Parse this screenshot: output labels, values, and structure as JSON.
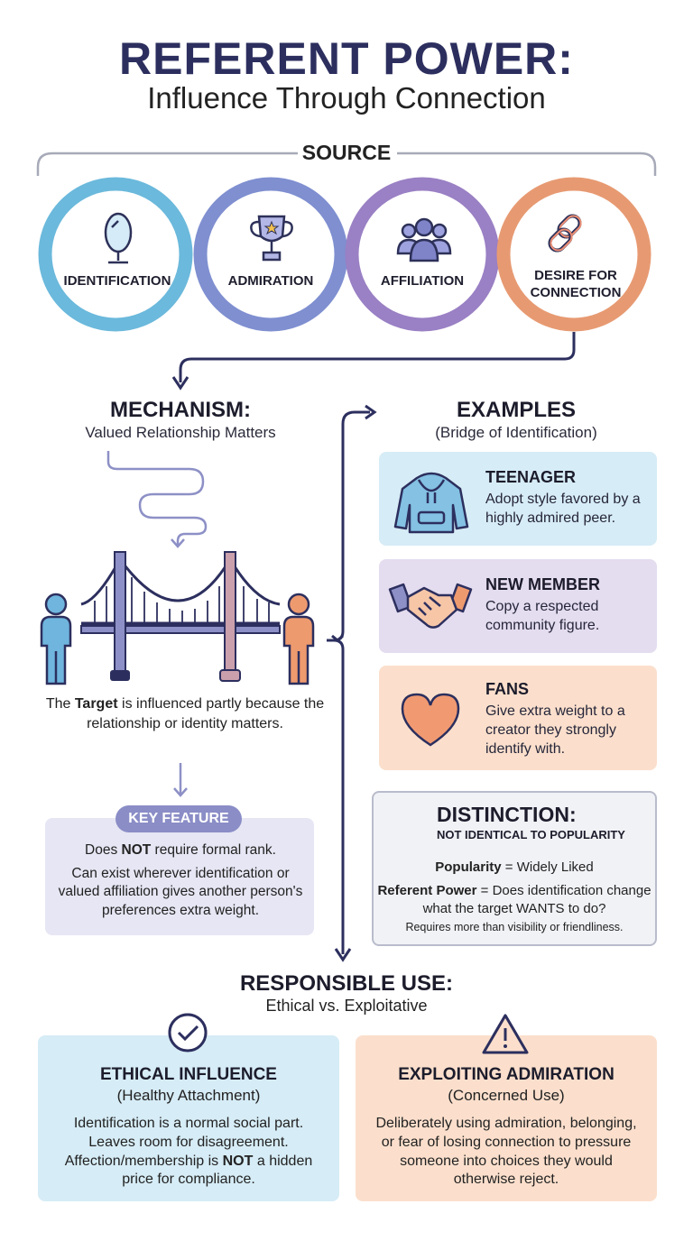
{
  "title": {
    "main": "REFERENT POWER:",
    "sub": "Influence Through Connection"
  },
  "source": {
    "label": "SOURCE",
    "items": [
      {
        "label": "IDENTIFICATION",
        "icon": "mirror-icon",
        "color": "#6bb9dc"
      },
      {
        "label": "ADMIRATION",
        "icon": "trophy-icon",
        "color": "#7f8fd0"
      },
      {
        "label": "AFFILIATION",
        "icon": "group-icon",
        "color": "#9a80c4"
      },
      {
        "label": "DESIRE FOR CONNECTION",
        "label_line1": "DESIRE FOR",
        "label_line2": "CONNECTION",
        "icon": "chain-link-icon",
        "color": "#e79a72"
      }
    ]
  },
  "mechanism": {
    "title": "MECHANISM:",
    "subtitle": "Valued Relationship Matters",
    "target_text_pre": "The ",
    "target_word": "Target",
    "target_text_post": " is influenced partly because the relationship or identity matters.",
    "key_feature": {
      "label": "KEY FEATURE",
      "line1_pre": "Does ",
      "line1_bold": "NOT",
      "line1_post": " require formal rank.",
      "line2": "Can exist wherever identification or valued affiliation gives another person's preferences extra weight."
    }
  },
  "examples": {
    "title": "EXAMPLES",
    "subtitle": "(Bridge of Identification)",
    "items": [
      {
        "title": "TEENAGER",
        "text": "Adopt style favored by a highly admired peer.",
        "icon": "hoodie-icon",
        "bg": "#d6ecf6"
      },
      {
        "title": "NEW MEMBER",
        "text": "Copy a respected community figure.",
        "icon": "handshake-icon",
        "bg": "#e4dcef"
      },
      {
        "title": "FANS",
        "text": "Give extra weight to a creator they strongly identify with.",
        "icon": "heart-icon",
        "bg": "#fbdfcc"
      }
    ]
  },
  "distinction": {
    "title": "DISTINCTION:",
    "subtitle": "NOT IDENTICAL TO POPULARITY",
    "line1_bold": "Popularity",
    "line1_rest": " = Widely Liked",
    "line2_bold": "Referent Power",
    "line2_rest": " = Does identification change what the target WANTS to do?",
    "line3": "Requires more than visibility or friendliness."
  },
  "responsible": {
    "title": "RESPONSIBLE USE:",
    "subtitle": "Ethical vs. Exploitative",
    "ethical": {
      "title": "ETHICAL INFLUENCE",
      "subtitle": "(Healthy Attachment)",
      "text_pre": "Identification is a normal social part. Leaves room for disagreement. Affection/membership is ",
      "text_bold": "NOT",
      "text_post": " a hidden price for compliance.",
      "bg": "#d6ecf6"
    },
    "exploit": {
      "title": "EXPLOITING ADMIRATION",
      "subtitle": "(Concerned Use)",
      "text": "Deliberately using admiration, belonging, or fear of losing connection to pressure someone into choices they would otherwise reject.",
      "bg": "#fbdfcc"
    }
  }
}
